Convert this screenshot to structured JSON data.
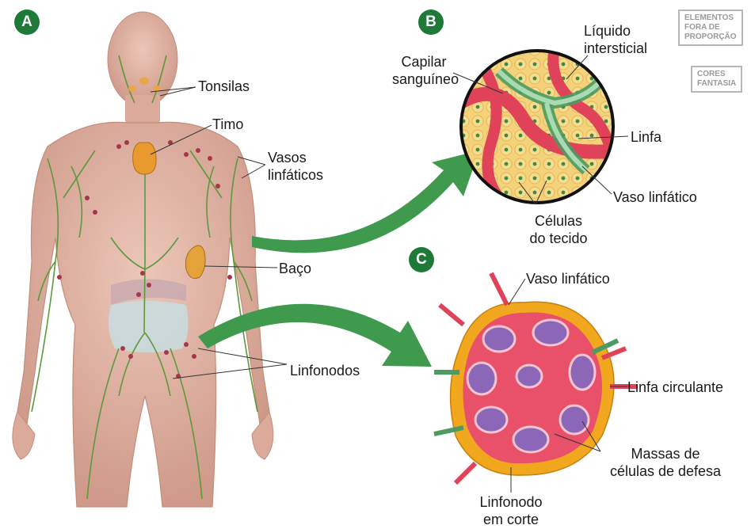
{
  "badges": {
    "a": "A",
    "b": "B",
    "c": "C"
  },
  "tags": {
    "proportion": [
      "ELEMENTOS",
      "FORA DE",
      "PROPORÇÃO"
    ],
    "colors": [
      "CORES",
      "FANTASIA"
    ]
  },
  "labels": {
    "tonsilas": "Tonsilas",
    "timo": "Timo",
    "vasos": [
      "Vasos",
      "linfáticos"
    ],
    "baco": "Baço",
    "linfonodos": "Linfonodos",
    "capilar": [
      "Capilar",
      "sanguíneo"
    ],
    "liquido": [
      "Líquido",
      "intersticial"
    ],
    "linfa": "Linfa",
    "vaso_b": "Vaso linfático",
    "celulas": [
      "Células",
      "do tecido"
    ],
    "vaso_c": "Vaso linfático",
    "linfa_circ": "Linfa circulante",
    "massas": [
      "Massas de",
      "células de defesa"
    ],
    "linfonodo_corte": [
      "Linfonodo",
      "em corte"
    ]
  },
  "colors": {
    "badge": "#1f7a3a",
    "skin": "#e2b7a9",
    "lymph": "#5c9a3c",
    "arrow": "#3f9a4d",
    "vessel_red": "#d83a4f",
    "node_outer": "#f1a81f"
  }
}
